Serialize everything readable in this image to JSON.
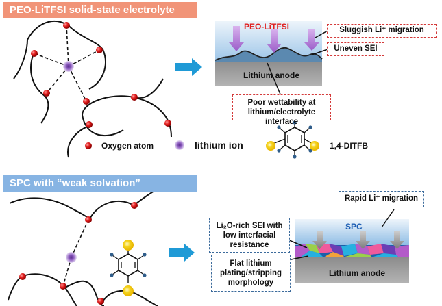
{
  "top_section": {
    "header": "PEO-LiTFSI solid-state electrolyte",
    "schematic_label": "PEO-LiTFSI",
    "anode_label": "Lithium anode",
    "callouts": [
      "Sluggish Li⁺ migration",
      "Uneven SEI",
      "Poor wettability at lithium/electrolyte interface"
    ]
  },
  "legend": {
    "oxygen": "Oxygen atom",
    "lithium": "lithium ion",
    "molecule": "1,4-DITFB"
  },
  "bottom_section": {
    "header": "SPC with “weak solvation”",
    "schematic_label": "SPC",
    "anode_label": "Lithium anode",
    "callouts": [
      "Rapid Li⁺ migration",
      "Li₂O-rich SEI with low interfacial resistance",
      "Flat lithium plating/stripping morphology"
    ]
  },
  "colors": {
    "top_header": "#f19478",
    "bottom_header": "#87b4e3",
    "arrow": "#1f9ad6",
    "oxygen": "#e01b1b",
    "lithium": "#8c5bc0",
    "iodine": "#f4d21c",
    "red_border": "#d43a3a",
    "blue_border": "#3c6b9c"
  }
}
